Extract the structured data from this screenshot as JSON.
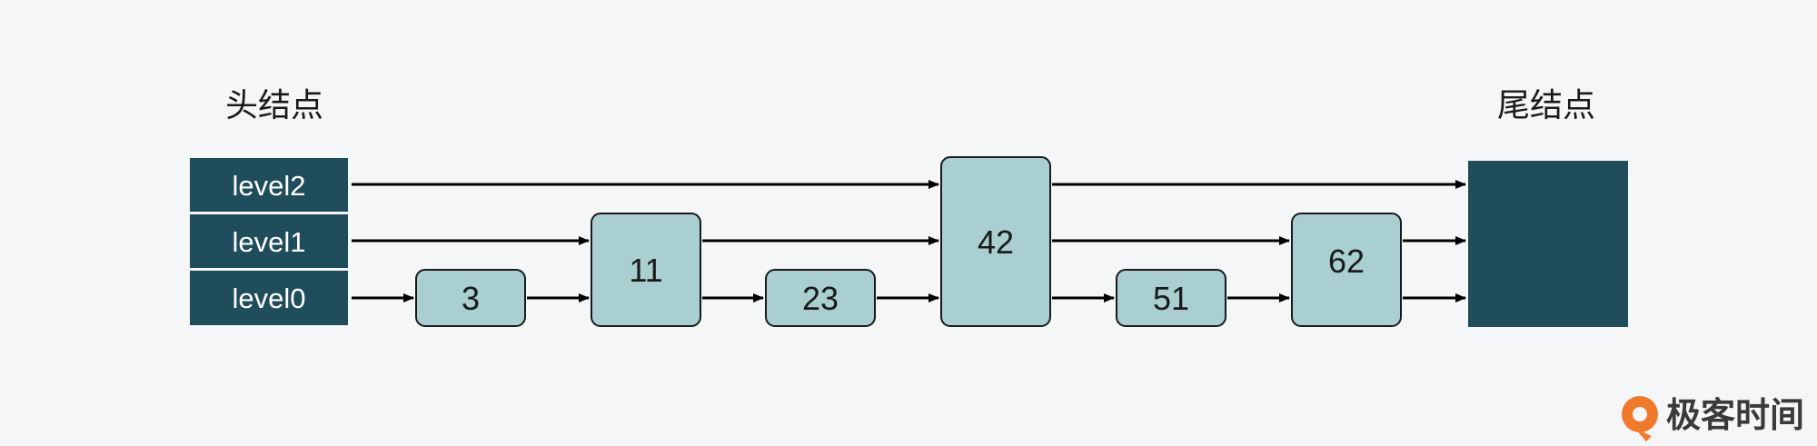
{
  "header_label": "头结点",
  "tail_label": "尾结点",
  "levels": [
    "level2",
    "level1",
    "level0"
  ],
  "nodes": [
    "3",
    "11",
    "23",
    "42",
    "51",
    "62"
  ],
  "brand": {
    "name": "极客时间",
    "icon": "geektime-logo-icon"
  },
  "colors": {
    "header_fill": "#1f4d5c",
    "node_fill": "#a9cfd1",
    "node_stroke": "#1a1a1a",
    "arrow": "#000000",
    "background": "#f5f6f8",
    "logo_orange": "#f07a2c"
  }
}
